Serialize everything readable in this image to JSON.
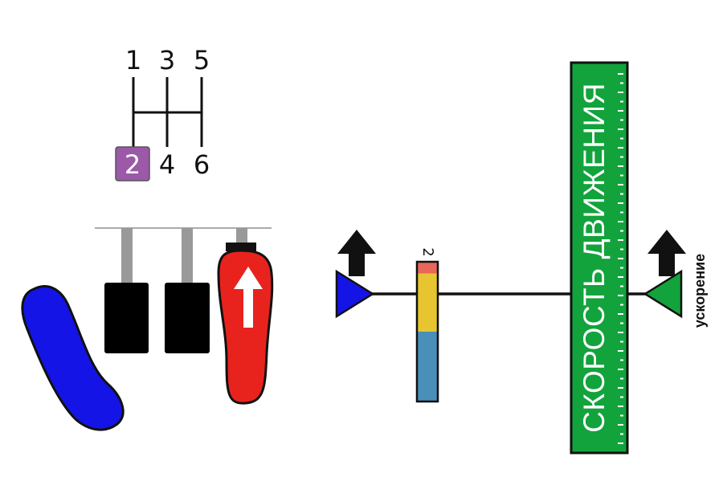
{
  "gearbox": {
    "top_gears": [
      "1",
      "3",
      "5"
    ],
    "bottom_gears": [
      "2",
      "4",
      "6"
    ],
    "active_gear": "2",
    "active_color": "#9b59a8"
  },
  "pedals": {
    "clutch_color": "#000000",
    "brake_color": "#000000",
    "gas_color": "#e8231e",
    "foot_color": "#1414e6"
  },
  "gauge": {
    "label": "2",
    "segments": [
      {
        "name": "red",
        "color": "#e8665a",
        "fraction": 0.08
      },
      {
        "name": "yellow",
        "color": "#e6c531",
        "fraction": 0.42
      },
      {
        "name": "blue",
        "color": "#4a8fba",
        "fraction": 0.5
      }
    ]
  },
  "speed_scale": {
    "title": "СКОРОСТЬ ДВИЖЕНИЯ",
    "color": "#12a33c"
  },
  "markers": {
    "left_color": "#1414e6",
    "right_color": "#12a33c",
    "right_label": "ускорение"
  }
}
